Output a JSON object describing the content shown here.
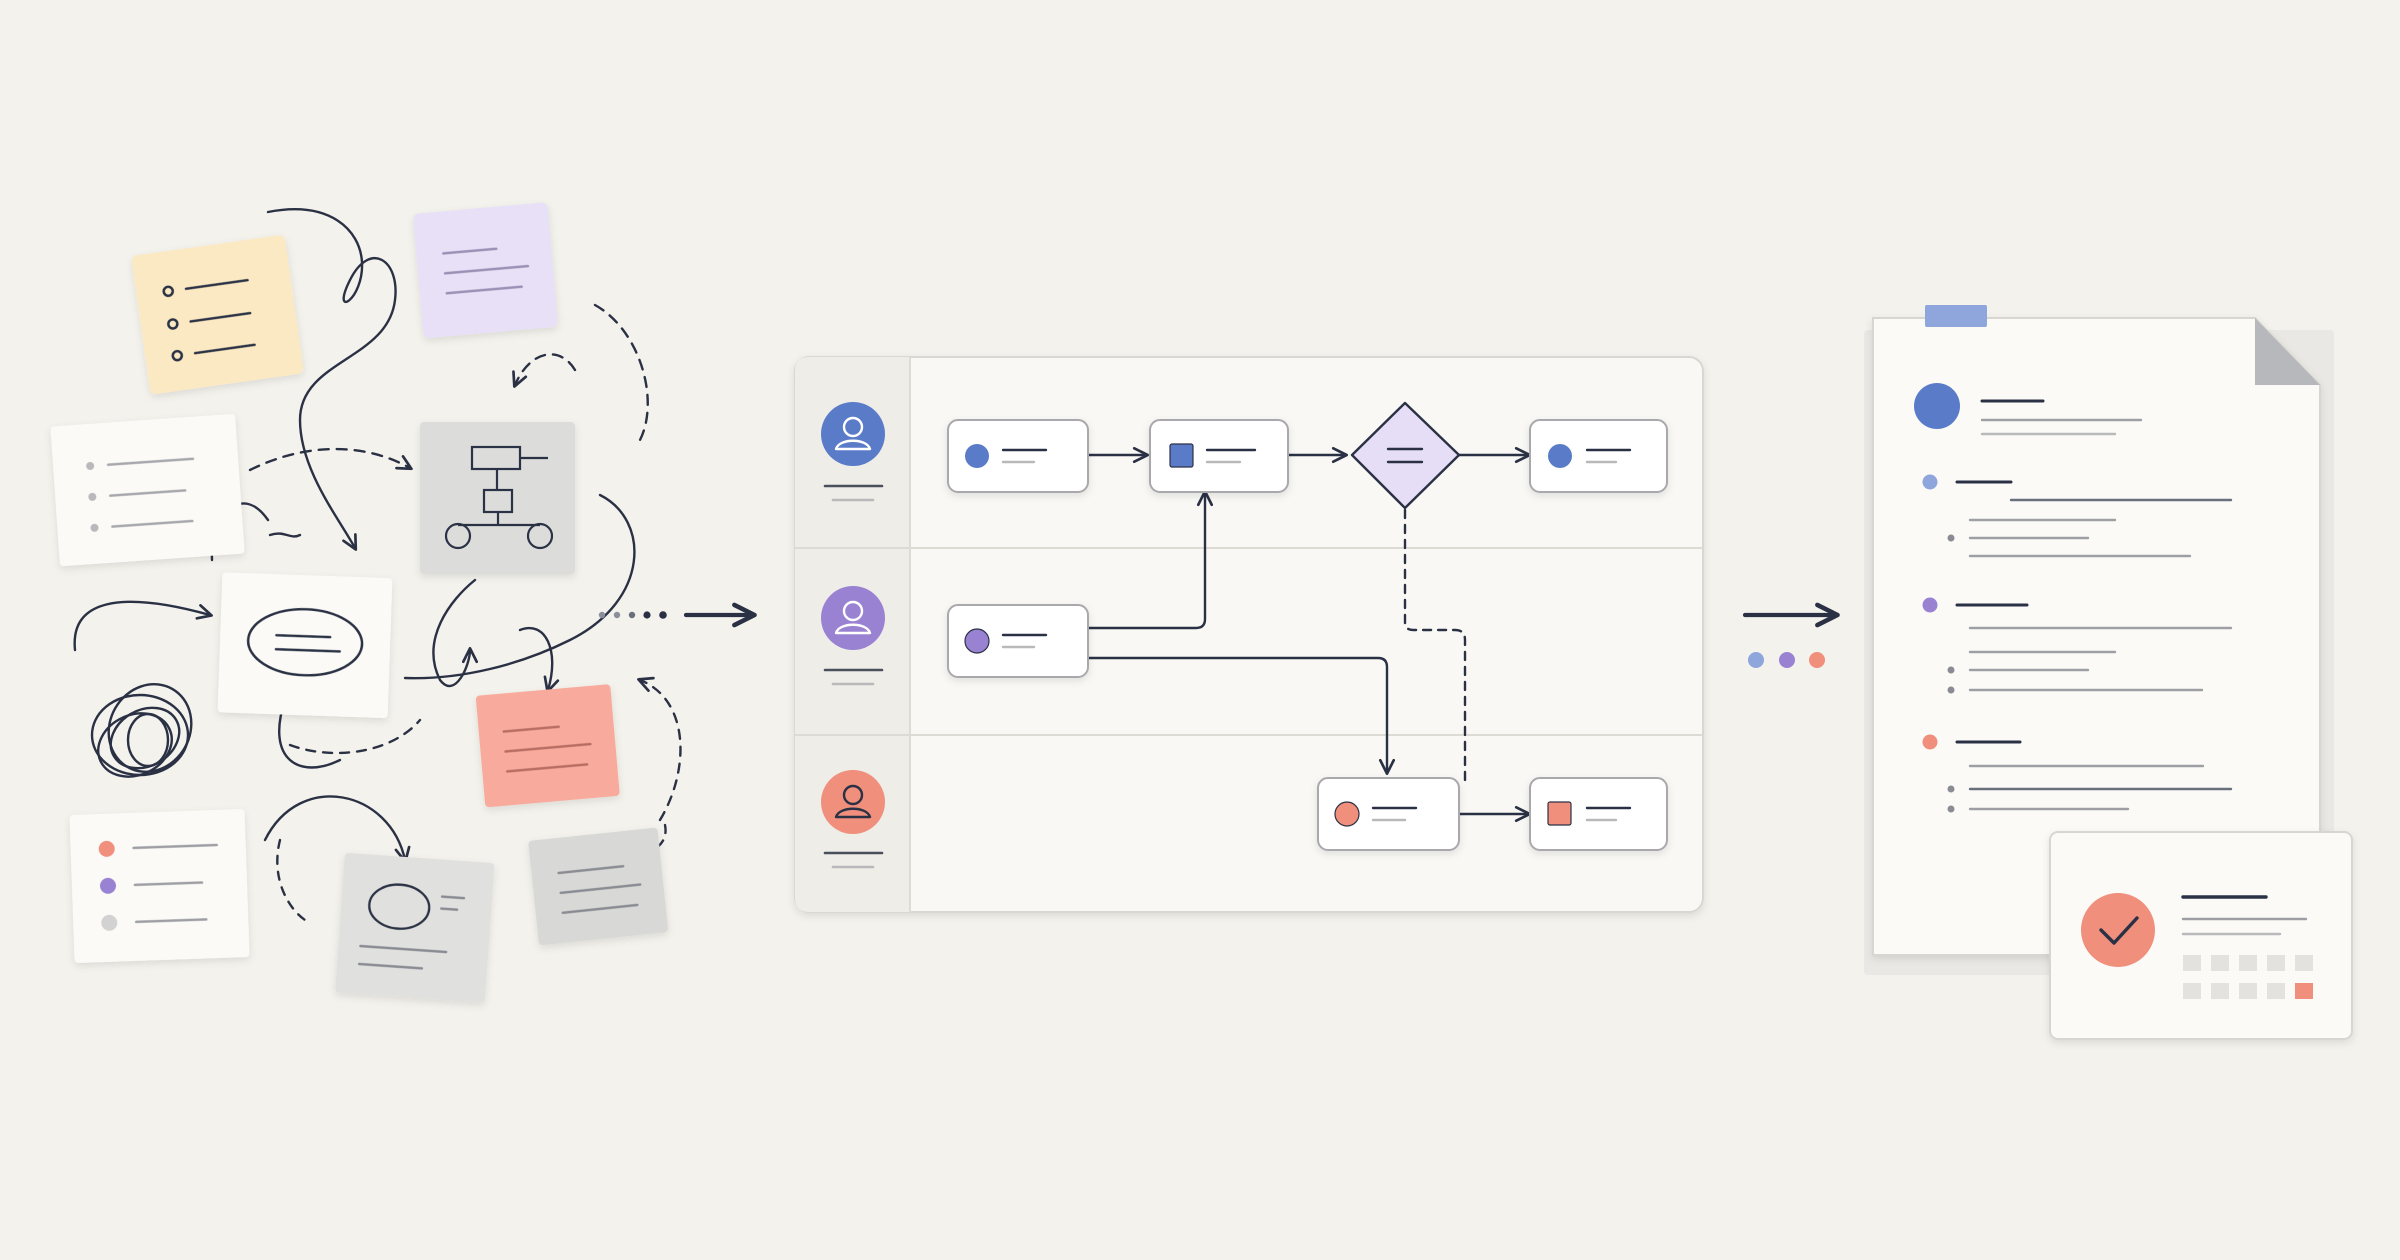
{
  "page": {
    "background": "#f4f2ec"
  },
  "colors": {
    "ink": "#2b3145",
    "line": "#8a8f9c",
    "blue": "#5a7cc8",
    "purple": "#9a82d3",
    "coral": "#f08f7c",
    "sticky_yellow": "#fbe9c4",
    "sticky_lavender": "#e7e0f6",
    "sticky_coral": "#f8aa9c",
    "card_gray": "#dfdfdd",
    "paper": "#fbfaf7",
    "panel": "#f9f8f4",
    "panel_border": "#d9d7d1",
    "diamond_fill": "#e6ddf6",
    "doc_tab": "#8fa6dd"
  },
  "sections": {
    "chaos": {
      "description_icon": "scattered-notes"
    },
    "process": {
      "lanes": [
        "blue",
        "purple",
        "coral"
      ],
      "icon": "person-icon"
    },
    "result": {
      "icon": "document-icon",
      "badge_icon": "checkmark-icon"
    }
  }
}
